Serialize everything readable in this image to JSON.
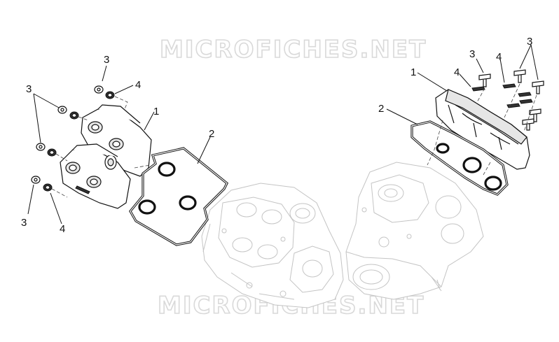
{
  "watermark": {
    "top": "MICROFICHES.NET",
    "bottom": "MICROFICHES.NET"
  },
  "callouts": {
    "left_3_top": "3",
    "left_4_top": "4",
    "left_3_mid": "3",
    "left_1": "1",
    "left_2": "2",
    "left_3_bottom": "3",
    "left_4_bottom": "4",
    "right_3_a": "3",
    "right_4_a": "4",
    "right_3_b": "3",
    "right_4_b": "4",
    "right_1": "1",
    "right_2": "2"
  },
  "colors": {
    "line": "#111111",
    "ghost": "#c4c4c4",
    "watermark": "#d9d9d9"
  }
}
